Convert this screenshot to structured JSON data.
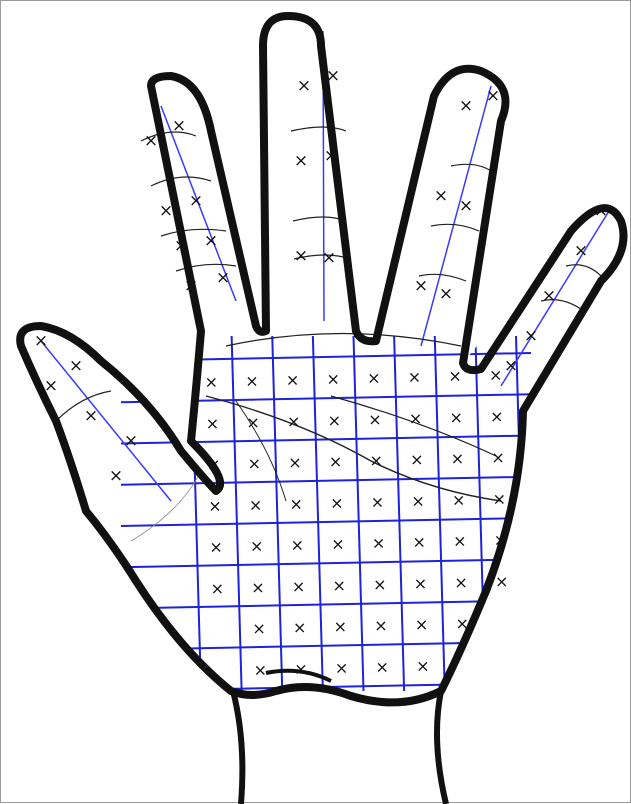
{
  "diagram": {
    "subject": "hand-outline-with-palm-grid",
    "colors": {
      "outline": "#111111",
      "grid": "#1e22d8",
      "finger_center_line": "#3a3aff",
      "crease_line": "#222222",
      "mark": "#111111",
      "background": "#ffffff",
      "frame_border": "#9a9a9a"
    },
    "glyphs": {
      "cross_mark": "×"
    },
    "grid": {
      "rows": 8,
      "columns": 8
    },
    "fingers": [
      {
        "name": "thumb",
        "rows": 4
      },
      {
        "name": "index",
        "rows": 4
      },
      {
        "name": "middle",
        "rows": 4
      },
      {
        "name": "ring",
        "rows": 4
      },
      {
        "name": "pinky",
        "rows": 3
      }
    ]
  }
}
